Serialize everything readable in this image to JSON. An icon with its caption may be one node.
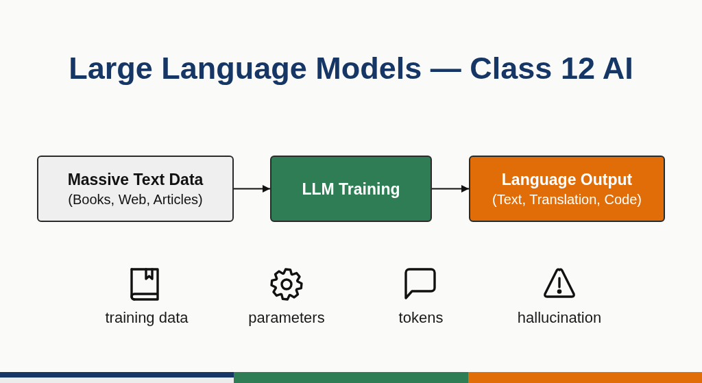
{
  "diagram": {
    "title": "Large Language Models — Class 12 AI",
    "nodes": [
      {
        "text": [
          "Massive Text Data",
          "(Books, Web, Articles)"
        ]
      },
      {
        "text": [
          "LLM Training"
        ]
      },
      {
        "text": [
          "Language Output",
          "(Text, Translation, Code)"
        ]
      }
    ],
    "edges": [
      {
        "from": 0,
        "to": 1,
        "arrow": "to"
      },
      {
        "from": 1,
        "to": 2,
        "arrow": "to"
      }
    ],
    "labels": [
      "training data",
      "parameters",
      "tokens",
      "hallucination"
    ]
  }
}
